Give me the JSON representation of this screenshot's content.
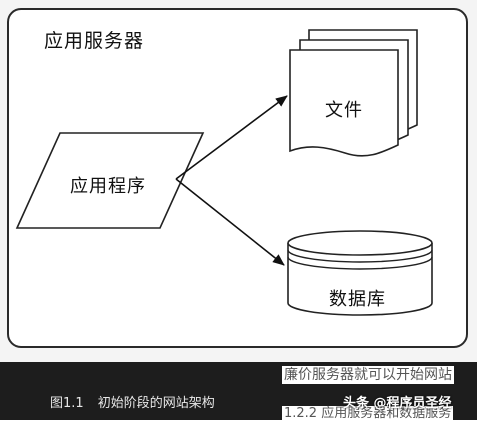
{
  "diagram": {
    "container_title": "应用服务器",
    "nodes": {
      "application": "应用程序",
      "files": "文件",
      "database": "数据库"
    }
  },
  "caption": {
    "number": "图1.1",
    "text": "初始阶段的网站架构"
  },
  "overlay": {
    "top_text": "廉价服务器就可以开始网站",
    "bottom_text": "1.2.2  应用服务器和数据服务"
  },
  "watermark": "头条 @程序员圣经"
}
